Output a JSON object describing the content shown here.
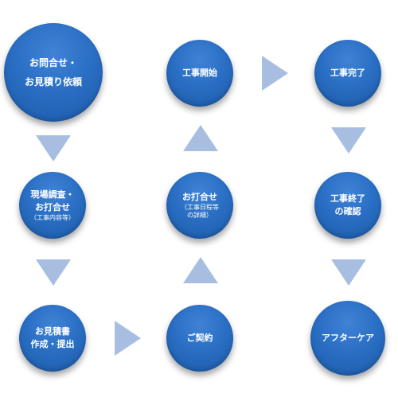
{
  "nodes": {
    "inquiry": {
      "line1": "お問合せ・",
      "line2": "お見積り依頼"
    },
    "site_survey": {
      "line1": "現場調査・",
      "line2": "お打合せ",
      "sub": "（工事内容等）"
    },
    "estimate": {
      "line1": "お見積書",
      "line2": "作成・提出"
    },
    "contract": {
      "line1": "ご契約"
    },
    "meeting": {
      "line1": "お打合せ",
      "sub1": "（工事日程等",
      "sub2": "の詳細）"
    },
    "start": {
      "line1": "工事開始"
    },
    "complete": {
      "line1": "工事完了"
    },
    "confirm": {
      "line1": "工事終了",
      "line2": "の確認"
    },
    "aftercare": {
      "line1": "アフターケア"
    }
  },
  "colors": {
    "node_fill": "#2a6fc4",
    "arrow_fill": "#a8bee0"
  }
}
